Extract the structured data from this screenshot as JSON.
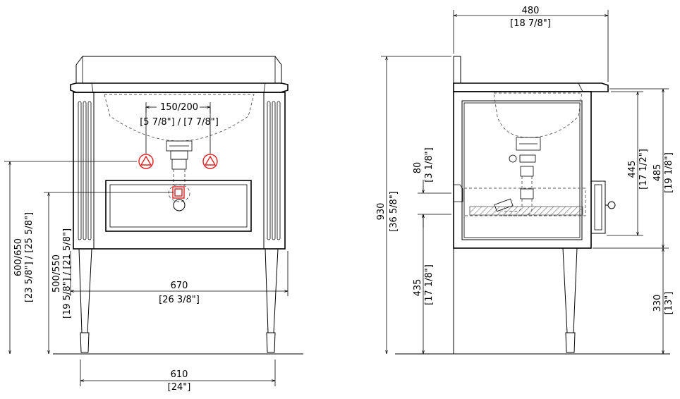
{
  "front_view": {
    "dims": {
      "outlet_spacing": {
        "value": "150/200",
        "imperial": "[5 7/8\"] / [7 7/8\"]"
      },
      "width_between_legs": {
        "value": "670",
        "imperial": "[26 3/8\"]"
      },
      "base_width": {
        "value": "610",
        "imperial": "[24\"]"
      },
      "outlet_height": {
        "value": "600/650",
        "imperial": "[23 5/8\"] / [25 5/8\"]"
      },
      "drain_height": {
        "value": "500/550",
        "imperial": "[19 5/8\"] / [21 5/8\"]"
      }
    }
  },
  "side_view": {
    "dims": {
      "depth": {
        "value": "480",
        "imperial": "[18 7/8\"]"
      },
      "total_height": {
        "value": "930",
        "imperial": "[36 5/8\"]"
      },
      "drawer_height": {
        "value": "80",
        "imperial": "[3 1/8\"]"
      },
      "lower_height": {
        "value": "435",
        "imperial": "[17 1/8\"]"
      },
      "inner_height": {
        "value": "445",
        "imperial": "[17 1/2\"]"
      },
      "cabinet_height": {
        "value": "485",
        "imperial": "[19 1/8\"]"
      },
      "leg_height": {
        "value": "330",
        "imperial": "[13\"]"
      }
    }
  },
  "colors": {
    "line": "#000000",
    "hidden": "#555555",
    "outlet_marker": "#e02020"
  },
  "icons": [
    "water-outlet-icon",
    "drain-outlet-icon"
  ]
}
